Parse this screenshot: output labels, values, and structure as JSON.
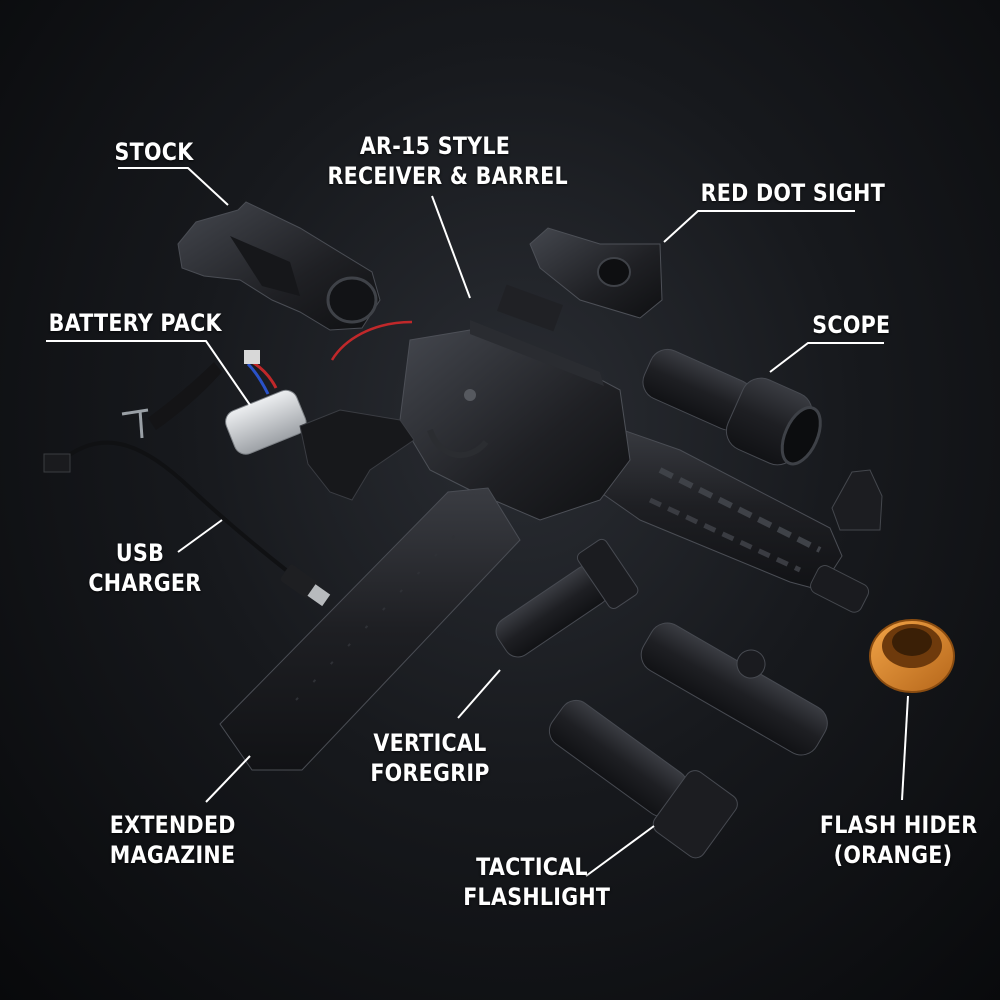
{
  "labels": {
    "stock": {
      "lines": [
        "STOCK"
      ]
    },
    "receiver": {
      "lines": [
        "AR-15 STYLE",
        "RECEIVER & BARREL"
      ]
    },
    "red_dot": {
      "lines": [
        "RED DOT SIGHT"
      ]
    },
    "battery": {
      "lines": [
        "BATTERY PACK"
      ]
    },
    "scope": {
      "lines": [
        "SCOPE"
      ]
    },
    "usb": {
      "lines": [
        "USB",
        "CHARGER"
      ]
    },
    "foregrip": {
      "lines": [
        "VERTICAL",
        "FOREGRIP"
      ]
    },
    "magazine": {
      "lines": [
        "EXTENDED",
        "MAGAZINE"
      ]
    },
    "flashlight": {
      "lines": [
        "TACTICAL",
        "FLASHLIGHT"
      ]
    },
    "flash_hider": {
      "lines": [
        "FLASH HIDER",
        "(ORANGE)"
      ]
    }
  },
  "colors": {
    "background": "#0c0d10",
    "part_dark": "#1b1c20",
    "part_mid": "#2a2c31",
    "part_highlight": "#3e4147",
    "flash_hider_orange": "#e08a2a",
    "battery_silver": "#cfd2d6",
    "wire_red": "#c0282a",
    "leader_line": "#ffffff"
  }
}
